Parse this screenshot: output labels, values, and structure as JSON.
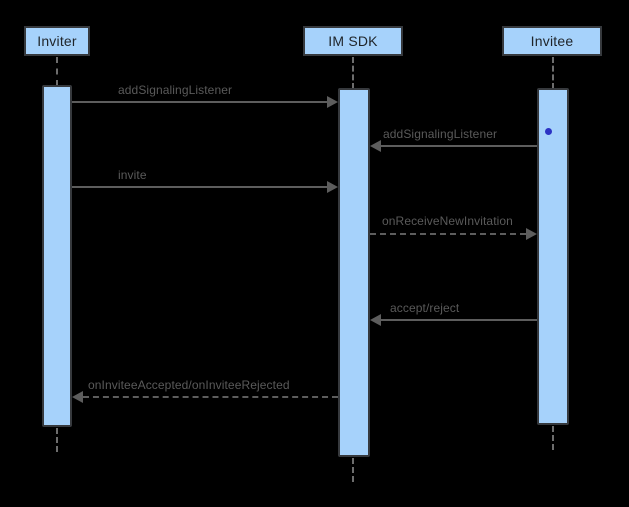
{
  "diagram": {
    "type": "sequence-diagram",
    "title": "",
    "background_color": "#000000",
    "participant_fill": "#a6d2fb",
    "participant_border": "#36393d",
    "line_color": "#5d5d5d",
    "label_color": "#5a5a5a",
    "marker_color": "#2b32c4",
    "participants": [
      {
        "id": "inviter",
        "label": "Inviter"
      },
      {
        "id": "imsdk",
        "label": "IM SDK"
      },
      {
        "id": "invitee",
        "label": "Invitee"
      }
    ],
    "messages": [
      {
        "label": "addSignalingListener",
        "from": "Inviter",
        "to": "IM SDK",
        "direction": "right",
        "style": "solid"
      },
      {
        "label": "addSignalingListener",
        "from": "Invitee",
        "to": "IM SDK",
        "direction": "left",
        "style": "solid"
      },
      {
        "label": "invite",
        "from": "Inviter",
        "to": "IM SDK",
        "direction": "right",
        "style": "solid"
      },
      {
        "label": "onReceiveNewInvitation",
        "from": "IM SDK",
        "to": "Invitee",
        "direction": "right",
        "style": "dashed"
      },
      {
        "label": "accept/reject",
        "from": "Invitee",
        "to": "IM SDK",
        "direction": "left",
        "style": "solid"
      },
      {
        "label": "onInviteeAccepted/onInviteeRejected",
        "from": "IM SDK",
        "to": "Inviter",
        "direction": "left",
        "style": "dashed"
      }
    ]
  }
}
